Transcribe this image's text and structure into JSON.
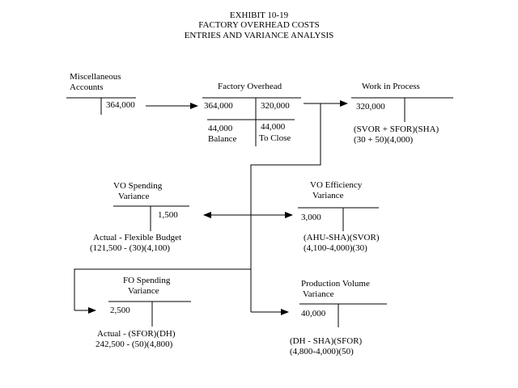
{
  "title": {
    "line1": "EXHIBIT 10-19",
    "line2": "FACTORY OVERHEAD COSTS",
    "line3": "ENTRIES AND VARIANCE  ANALYSIS"
  },
  "misc_accounts": {
    "label_line1": "Miscellaneous",
    "label_line2": "Accounts",
    "credit": "364,000"
  },
  "factory_overhead": {
    "label": "Factory Overhead",
    "debit": "364,000",
    "credit": "320,000",
    "balance_value": "44,000",
    "balance_label": "Balance",
    "close_value": "44,000",
    "close_label": "To Close"
  },
  "work_in_process": {
    "label": "Work in Process",
    "debit": "320,000",
    "formula": "(SVOR + SFOR)(SHA)",
    "calc": "(30 + 50)(4,000)"
  },
  "vo_spending": {
    "label_line1": "VO Spending",
    "label_line2": "Variance",
    "value": "1,500",
    "formula": "Actual - Flexible Budget",
    "calc": "(121,500 - (30)(4,100)"
  },
  "vo_efficiency": {
    "label_line1": "VO Efficiency",
    "label_line2": "Variance",
    "value": "3,000",
    "formula": "(AHU-SHA)(SVOR)",
    "calc": "(4,100-4,000)(30)"
  },
  "fo_spending": {
    "label_line1": "FO Spending",
    "label_line2": "Variance",
    "value": "2,500",
    "formula": "Actual - (SFOR)(DH)",
    "calc": "242,500 - (50)(4,800)"
  },
  "production_volume": {
    "label_line1": "Production Volume",
    "label_line2": "Variance",
    "value": "40,000",
    "formula": "(DH - SHA)(SFOR)",
    "calc": "(4,800-4,000)(50)"
  }
}
